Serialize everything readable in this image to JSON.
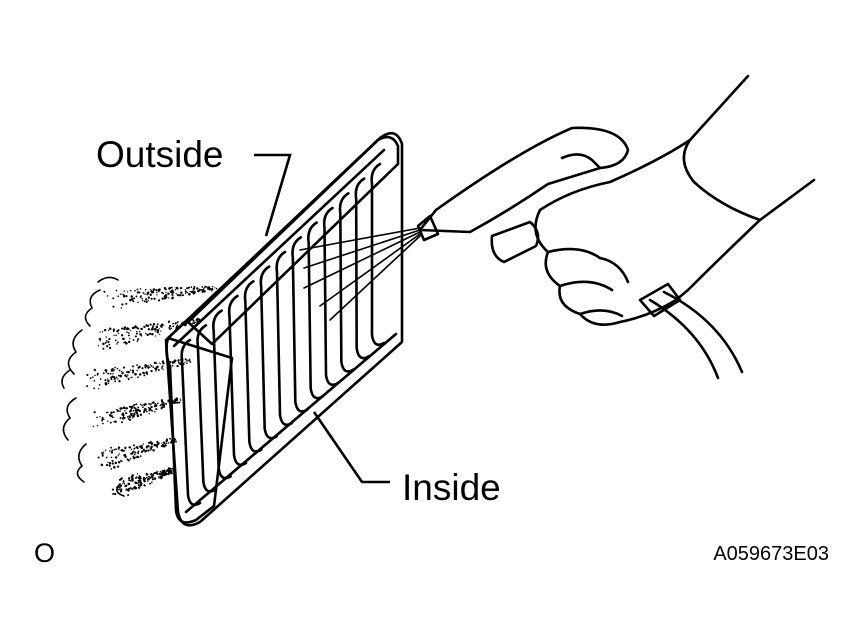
{
  "labels": {
    "outside": "Outside",
    "inside": "Inside"
  },
  "footer": {
    "left_marker": "O",
    "figure_code": "A059673E03"
  }
}
